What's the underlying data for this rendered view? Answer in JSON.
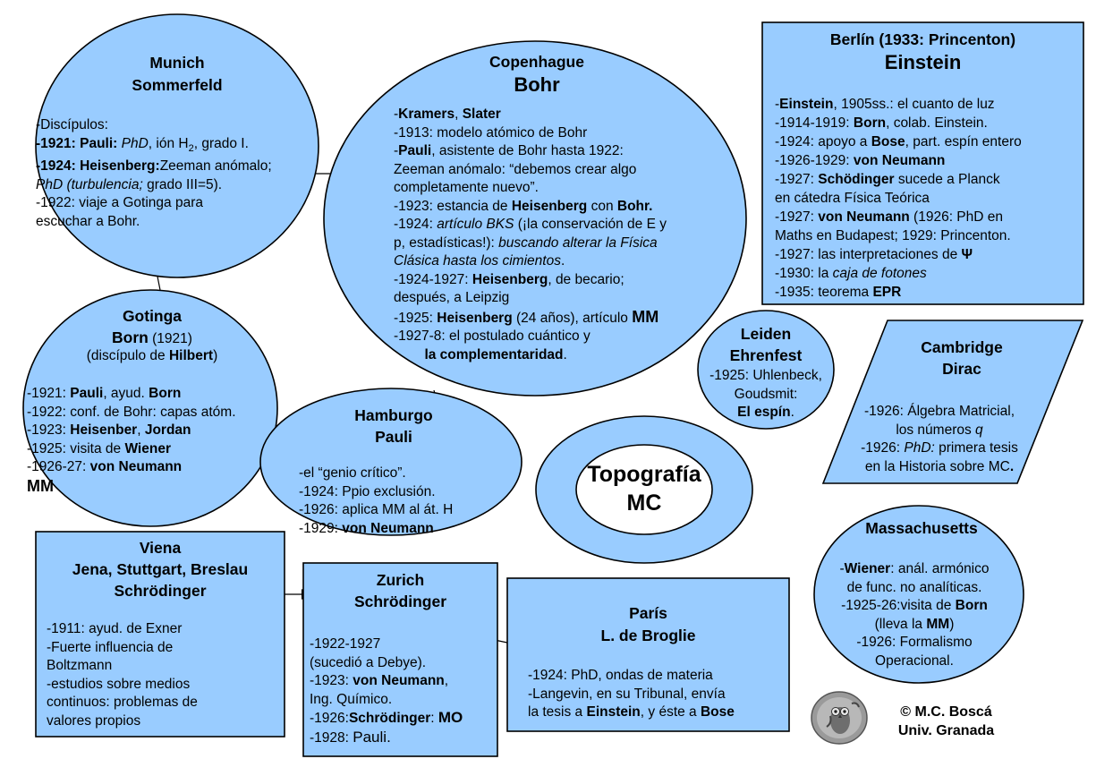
{
  "copenhague": {
    "city": "Copenhague",
    "name": "Bohr",
    "lines": [
      [
        "-",
        {
          "b": "Kramers"
        },
        ", ",
        {
          "b": "Slater"
        }
      ],
      [
        "-1913: modelo atómico de Bohr"
      ],
      [
        "-",
        {
          "b": "Pauli"
        },
        ", asistente de Bohr hasta 1922:"
      ],
      [
        "Zeeman anómalo:  “debemos crear algo"
      ],
      [
        "completamente nuevo”."
      ],
      [
        "-1923: estancia de ",
        {
          "b": "Heisenberg"
        },
        " con ",
        {
          "b": "Bohr."
        }
      ],
      [
        "-1924: ",
        {
          "i": "artículo BKS"
        },
        " (¡la conservación de E y"
      ],
      [
        "p, estadísticas!): ",
        {
          "i": "buscando alterar la Física"
        }
      ],
      [
        {
          "i": "Clásica hasta los cimientos"
        },
        "."
      ],
      [
        "-1924-1927: ",
        {
          "b": "Heisenberg"
        },
        ", de becario;"
      ],
      [
        "después, a Leipzig"
      ],
      [
        "-1925: ",
        {
          "b": "Heisenberg"
        },
        " (24 años), artículo ",
        {
          "big": "MM"
        }
      ],
      [
        "-1927-8: el postulado cuántico y"
      ],
      [
        {
          "indent": "        "
        },
        {
          "b": "la complementaridad"
        },
        "."
      ]
    ]
  },
  "munich": {
    "city": "Munich",
    "name": "Sommerfeld",
    "lines": [
      [
        "-Discípulos:"
      ],
      [
        {
          "b": "-1921: Pauli:"
        },
        " ",
        {
          "i": "PhD"
        },
        ", ión H",
        {
          "sub": "2"
        },
        ", grado I."
      ],
      [
        {
          "b": "-1924: Heisenberg:"
        },
        "Zeeman anómalo;"
      ],
      [
        {
          "i": "PhD (turbulencia;"
        },
        " grado III=5)."
      ],
      [
        "-1922: viaje a Gotinga para"
      ],
      [
        "escuchar a Bohr."
      ]
    ]
  },
  "berlin": {
    "city": "Berlín (1933: Princenton)",
    "name": "Einstein",
    "lines": [
      [
        "-",
        {
          "b": "Einstein"
        },
        ", 1905ss.: el cuanto de luz"
      ],
      [
        "-1914-1919: ",
        {
          "b": "Born"
        },
        ", colab. Einstein."
      ],
      [
        "-1924: apoyo a ",
        {
          "b": "Bose"
        },
        ", part. espín entero"
      ],
      [
        "-1926-1929: ",
        {
          "b": "von Neumann"
        }
      ],
      [
        "-1927: ",
        {
          "b": "Schödinger"
        },
        " sucede a Planck"
      ],
      [
        "en cátedra Física Teórica"
      ],
      [
        "-1927: ",
        {
          "b": "von Neumann"
        },
        " (1926: PhD en"
      ],
      [
        "Maths en Budapest; 1929: Princenton."
      ],
      [
        "-1927: las interpretaciones de ",
        {
          "b": "Ψ"
        }
      ],
      [
        "-1930: la ",
        {
          "i": "caja de fotones"
        }
      ],
      [
        "-1935: teorema ",
        {
          "b": "EPR"
        }
      ]
    ]
  },
  "gotinga": {
    "city": "Gotinga",
    "name": "Born",
    "year": " (1921)",
    "subtitle_pre": "(discípulo de ",
    "subtitle_b": "Hilbert",
    "subtitle_post": ")",
    "lines": [
      [
        "-1921: ",
        {
          "b": "Pauli"
        },
        ", ayud.  ",
        {
          "b": "Born"
        }
      ],
      [
        "-1922: conf. de Bohr: capas atóm."
      ],
      [
        "-1923: ",
        {
          "b": "Heisenber"
        },
        ", ",
        {
          "b": "Jordan"
        }
      ],
      [
        "-1925: visita de ",
        {
          "b": "Wiener"
        }
      ],
      [
        "-1926-27: ",
        {
          "b": "von Neumann"
        }
      ],
      [
        {
          "big": "MM"
        }
      ]
    ]
  },
  "leiden": {
    "city": "Leiden",
    "name": "Ehrenfest",
    "lines": [
      [
        "-1925: Uhlenbeck,"
      ],
      [
        "Goudsmit:"
      ],
      [
        {
          "b": "El espín"
        },
        "."
      ]
    ]
  },
  "cambridge": {
    "city": "Cambridge",
    "name": "Dirac",
    "lines": [
      [
        "-1926: Álgebra Matricial,"
      ],
      [
        "los números ",
        {
          "i": "q"
        }
      ],
      [
        "-1926: ",
        {
          "i": "PhD:"
        },
        " primera tesis"
      ],
      [
        "en la Historia sobre MC",
        {
          "b": "."
        }
      ]
    ]
  },
  "hamburgo": {
    "city": "Hamburgo",
    "name": "Pauli",
    "lines": [
      [
        "-el “genio crítico”."
      ],
      [
        "-1924: Ppio exclusión."
      ],
      [
        "-1926: aplica MM al át. H"
      ],
      [
        "-1929: ",
        {
          "b": "von Neumann"
        }
      ]
    ]
  },
  "center": {
    "line1": "Topografía",
    "line2": "MC"
  },
  "massachusetts": {
    "city": "Massachusetts",
    "lines": [
      [
        "-",
        {
          "b": "Wiener"
        },
        ": anál. armónico"
      ],
      [
        "de func. no analíticas."
      ],
      [
        "-1925-26:visita de ",
        {
          "b": "Born"
        }
      ],
      [
        "(lleva la ",
        {
          "b": "MM"
        },
        ")"
      ],
      [
        "-1926: Formalismo"
      ],
      [
        "Operacional."
      ]
    ]
  },
  "viena": {
    "city": "Viena",
    "cities2": "Jena, Stuttgart, Breslau",
    "name": "Schrödinger",
    "lines": [
      [
        "-1911: ayud. de Exner"
      ],
      [
        "-Fuerte influencia de"
      ],
      [
        " Boltzmann"
      ],
      [
        "-estudios sobre medios"
      ],
      [
        "continuos: problemas de"
      ],
      [
        "valores propios"
      ]
    ]
  },
  "zurich": {
    "city": "Zurich",
    "name": "Schrödinger",
    "lines": [
      [
        "-1922-1927"
      ],
      [
        "(sucedió a Debye)."
      ],
      [
        "-1923: ",
        {
          "b": "von Neumann"
        },
        ","
      ],
      [
        "  Ing. Químico."
      ],
      [
        "-1926:",
        {
          "b": "Schrödinger"
        },
        ": ",
        {
          "mo": "MO"
        }
      ],
      [
        "-1928: ",
        {
          "big2": "Pauli."
        }
      ]
    ]
  },
  "paris": {
    "city": "París",
    "name": "L. de Broglie",
    "lines": [
      [
        "-1924: PhD, ondas de materia"
      ],
      [
        "-Langevin, en su Tribunal, envía"
      ],
      [
        "la tesis a ",
        {
          "b": "Einstein"
        },
        ", y éste a ",
        {
          "b": "Bose"
        }
      ]
    ]
  },
  "credit": {
    "line1": "© M.C. Boscá",
    "line2": "Univ. Granada",
    "logo_icon": "owl-coin-icon"
  },
  "colors": {
    "shape_fill": "#99ccff",
    "stroke": "#000000",
    "background": "#ffffff"
  }
}
